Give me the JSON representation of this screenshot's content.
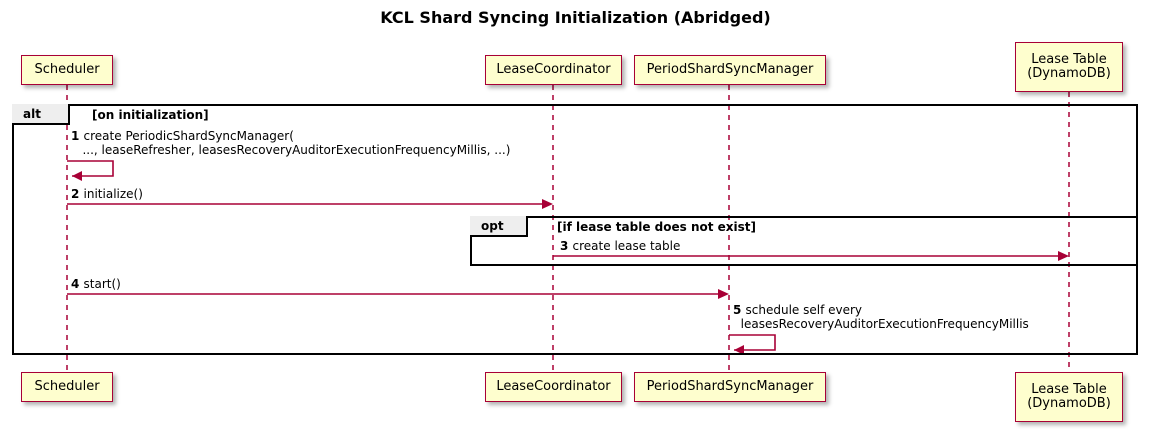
{
  "diagram": {
    "type": "uml-sequence-diagram",
    "title": "KCL Shard Syncing Initialization (Abridged)",
    "participants": [
      {
        "id": "scheduler",
        "label": "Scheduler"
      },
      {
        "id": "lease-coordinator",
        "label": "LeaseCoordinator"
      },
      {
        "id": "period-shard-sync-manager",
        "label": "PeriodShardSyncManager"
      },
      {
        "id": "lease-table",
        "label": "Lease Table\n(DynamoDB)"
      }
    ],
    "fragments": [
      {
        "id": "alt-on-initialization",
        "operator": "alt",
        "guard": "[on initialization]"
      },
      {
        "id": "opt-lease-table-missing",
        "operator": "opt",
        "guard": "[if lease table does not exist]"
      }
    ],
    "messages": [
      {
        "number": "1",
        "text": "create PeriodicShardSyncManager(\n   ..., leaseRefresher, leasesRecoveryAuditorExecutionFrequencyMillis, ...)",
        "from": "scheduler",
        "to": "scheduler",
        "kind": "self"
      },
      {
        "number": "2",
        "text": "initialize()",
        "from": "scheduler",
        "to": "lease-coordinator",
        "kind": "sync"
      },
      {
        "number": "3",
        "text": "create lease table",
        "from": "lease-coordinator",
        "to": "lease-table",
        "kind": "sync"
      },
      {
        "number": "4",
        "text": "start()",
        "from": "scheduler",
        "to": "period-shard-sync-manager",
        "kind": "sync"
      },
      {
        "number": "5",
        "text": "schedule self every\n  leasesRecoveryAuditorExecutionFrequencyMillis",
        "from": "period-shard-sync-manager",
        "to": "period-shard-sync-manager",
        "kind": "self"
      }
    ],
    "colors": {
      "participant_fill": "#FEFECE",
      "participant_border": "#A80036",
      "arrow": "#A80036",
      "lifeline": "#A80036",
      "frame_border": "#000000",
      "frame_label_fill": "#EEEEEE",
      "background": "#FFFFFF"
    }
  }
}
